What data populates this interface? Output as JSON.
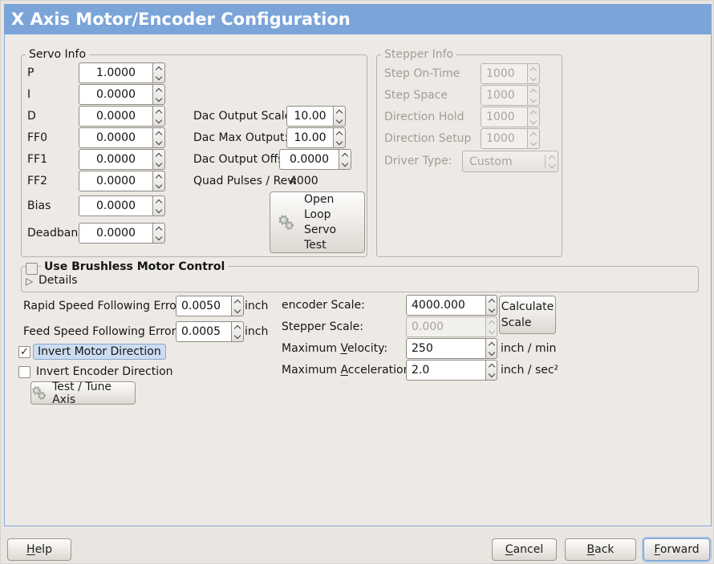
{
  "title": "X Axis Motor/Encoder Configuration",
  "icons": {
    "check": "✓",
    "expander_collapsed": "▷"
  },
  "colors": {
    "titlebar_blue": "#7ba5d9",
    "content_border_blue": "#84a7d3",
    "body_bg": "#edeae6",
    "selected_label_bg": "#ccdcf0",
    "disabled_text": "#a09d96"
  },
  "servo_info": {
    "title": "Servo Info",
    "fields": [
      {
        "label": "P",
        "value": "1.0000"
      },
      {
        "label": "I",
        "value": "0.0000"
      },
      {
        "label": "D",
        "value": "0.0000"
      },
      {
        "label": "FF0",
        "value": "0.0000"
      },
      {
        "label": "FF1",
        "value": "0.0000"
      },
      {
        "label": "FF2",
        "value": "0.0000"
      },
      {
        "label": "Bias",
        "value": "0.0000"
      },
      {
        "label": "Deadband",
        "value": "0.0000"
      }
    ],
    "dac_fields": [
      {
        "label": "Dac Output Scale:",
        "value": "10.00"
      },
      {
        "label": "Dac Max Output:",
        "value": "10.00"
      },
      {
        "label": "Dac Output Offset:",
        "value": "0.0000"
      }
    ],
    "quad_pulses": {
      "label": "Quad Pulses / Rev:",
      "value": "4000"
    },
    "open_loop_button": {
      "line1": "Open",
      "line2": "Loop",
      "line3": "Servo",
      "line4": "Test"
    }
  },
  "stepper_info": {
    "title": "Stepper Info",
    "fields": [
      {
        "label": "Step On-Time",
        "value": "1000"
      },
      {
        "label": "Step Space",
        "value": "1000"
      },
      {
        "label": "Direction Hold",
        "value": "1000"
      },
      {
        "label": "Direction Setup",
        "value": "1000"
      }
    ],
    "driver_type": {
      "label": "Driver Type:",
      "value": "Custom"
    }
  },
  "brushless": {
    "checkbox_label": "Use Brushless Motor Control",
    "details_label": "Details"
  },
  "following_error": {
    "rapid": {
      "label": "Rapid Speed Following Error:",
      "value": "0.0050",
      "unit": "inch"
    },
    "feed": {
      "label": "Feed Speed Following Error:",
      "value": "0.0005",
      "unit": "inch"
    }
  },
  "direction": {
    "invert_motor_label": "Invert Motor Direction",
    "invert_encoder_label": "Invert Encoder Direction",
    "test_tune_button_label": "Test / Tune Axis"
  },
  "scale": {
    "encoder": {
      "label": "encoder Scale:",
      "value": "4000.000"
    },
    "stepper": {
      "label": "Stepper Scale:",
      "value": "0.000"
    },
    "calculate_button": {
      "line1": "Calculate",
      "line2": "Scale"
    },
    "velocity": {
      "pre": "Maximum ",
      "mnemonic": "V",
      "post": "elocity:",
      "value": "250",
      "unit": "inch / min"
    },
    "acceleration": {
      "pre": "Maximum ",
      "mnemonic": "A",
      "post": "cceleration:",
      "value": "2.0",
      "unit": "inch / sec²"
    }
  },
  "footer": {
    "help": {
      "mnemonic": "H",
      "post": "elp"
    },
    "cancel": {
      "mnemonic": "C",
      "post": "ancel"
    },
    "back": {
      "mnemonic": "B",
      "post": "ack"
    },
    "forward": {
      "mnemonic": "F",
      "post": "orward"
    }
  }
}
